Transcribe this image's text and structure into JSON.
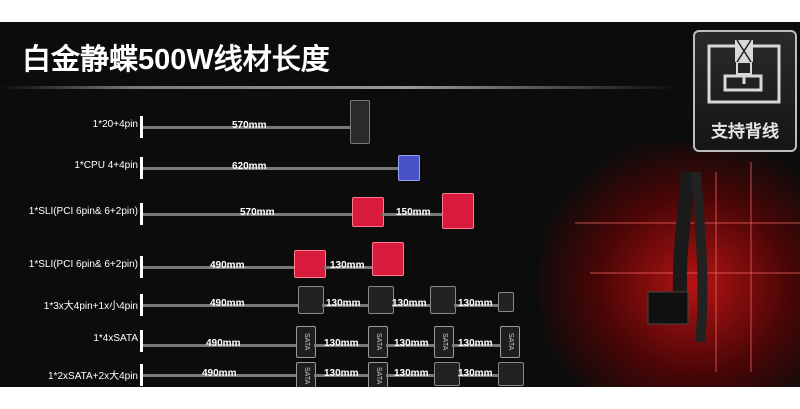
{
  "title": "白金静蝶500W线材长度",
  "badge": {
    "icon": "back-routing-icon",
    "label": "支持背线"
  },
  "rows": [
    {
      "label": "1*20+4pin",
      "lengths": [
        "570mm"
      ]
    },
    {
      "label": "1*CPU 4+4pin",
      "lengths": [
        "620mm"
      ]
    },
    {
      "label": "1*SLI(PCI 6pin& 6+2pin)",
      "lengths": [
        "570mm",
        "150mm"
      ]
    },
    {
      "label": "1*SLI(PCI 6pin& 6+2pin)",
      "lengths": [
        "490mm",
        "130mm"
      ]
    },
    {
      "label": "1*3x大4pin+1x小4pin",
      "lengths": [
        "490mm",
        "130mm",
        "130mm",
        "130mm"
      ]
    },
    {
      "label": "1*4xSATA",
      "lengths": [
        "490mm",
        "130mm",
        "130mm",
        "130mm"
      ]
    },
    {
      "label": "1*2xSATA+2x大4pin",
      "lengths": [
        "490mm",
        "130mm",
        "130mm",
        "130mm"
      ]
    }
  ],
  "sata_label": "SATA",
  "colors": {
    "pci": "#d81a3c",
    "cpu": "#4a52c8",
    "glow": "#c81414"
  }
}
